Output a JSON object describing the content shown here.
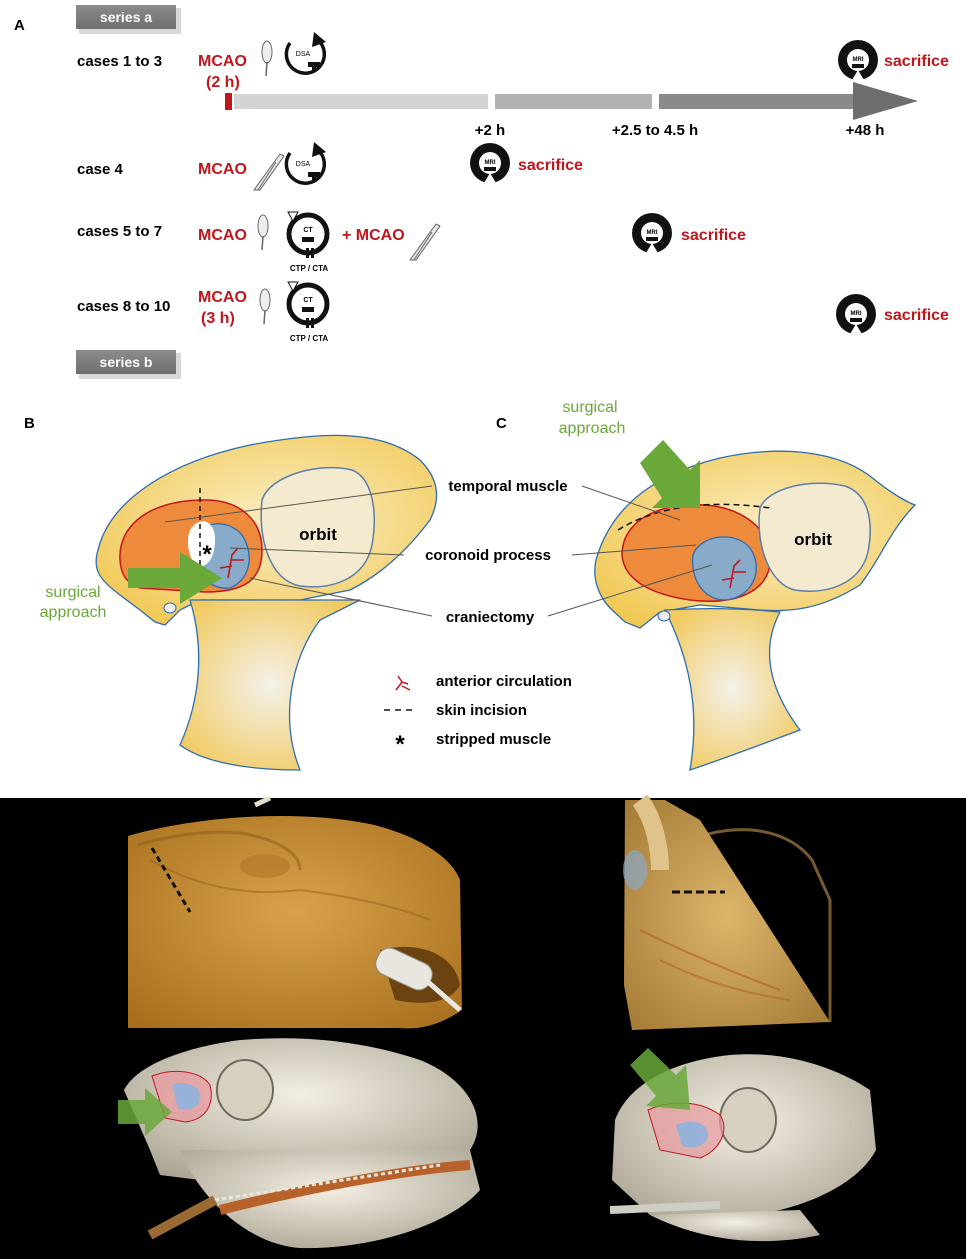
{
  "panel_a": {
    "panel_letter": "A",
    "series_a_label": "series a",
    "series_b_label": "series b",
    "timeline_ticks": [
      "+2 h",
      "+2.5 to 4.5 h",
      "+48 h"
    ],
    "rows": [
      {
        "cases": "cases 1 to 3",
        "mcao": "MCAO",
        "duration": "(2 h)",
        "imaging": "DSA",
        "sacrifice": "sacrifice",
        "mri": "MRI"
      },
      {
        "cases": "case 4",
        "mcao": "MCAO",
        "imaging": "DSA",
        "sacrifice": "sacrifice",
        "mri": "MRI"
      },
      {
        "cases": "cases 5 to 7",
        "mcao": "MCAO",
        "imaging": "CT",
        "imaging_sub": "CTP / CTA",
        "second_mcao": "+ MCAO",
        "sacrifice": "sacrifice",
        "mri": "MRI"
      },
      {
        "cases": "cases 8 to 10",
        "mcao": "MCAO",
        "duration": "(3 h)",
        "imaging": "CT",
        "imaging_sub": "CTP / CTA",
        "sacrifice": "sacrifice",
        "mri": "MRI"
      }
    ]
  },
  "panel_b": {
    "panel_letter": "B",
    "orbit": "orbit",
    "surgical_approach": [
      "surgical",
      "approach"
    ]
  },
  "panel_c": {
    "panel_letter": "C",
    "orbit": "orbit",
    "surgical_approach": [
      "surgical",
      "approach"
    ]
  },
  "annotations": {
    "temporal_muscle": "temporal muscle",
    "coronoid_process": "coronoid process",
    "craniectomy": "craniectomy"
  },
  "legend": {
    "anterior_circulation": "anterior circulation",
    "skin_incision": "skin incision",
    "stripped_muscle": "stripped muscle",
    "asterisk": "*"
  },
  "colors": {
    "red": "#c0161c",
    "green": "#6aa839",
    "gray_tab": "#7f7f7f",
    "skull_fill": "#f2cf5f",
    "muscle": "#ee8a3c",
    "craniectomy": "#87abc8"
  }
}
